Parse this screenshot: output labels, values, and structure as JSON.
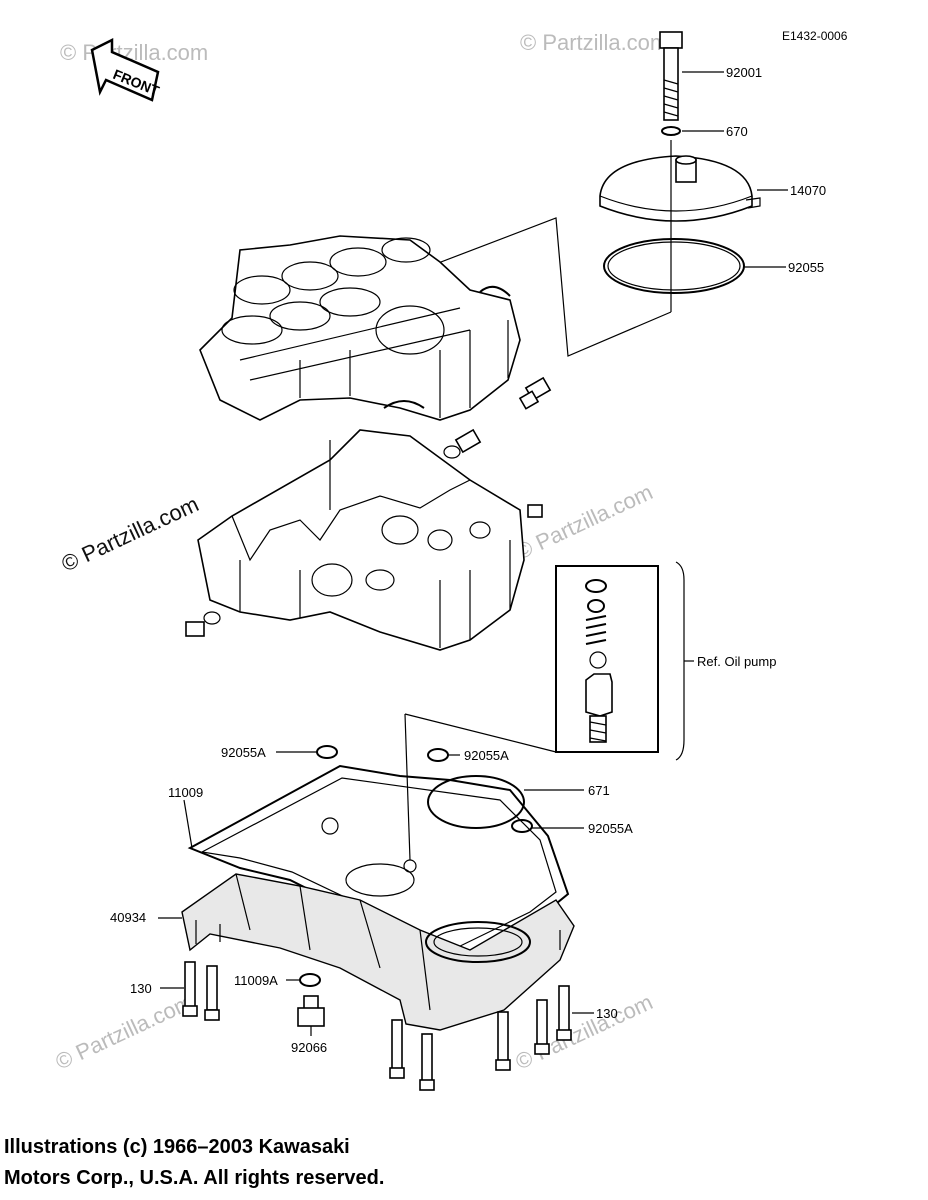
{
  "code": "E1432-0006",
  "front_label": "FRONT",
  "watermark": "© Partzilla.com",
  "labels": {
    "p92001": "92001",
    "p670": "670",
    "p14070": "14070",
    "p92055": "92055",
    "ref_oil_pump": "Ref.  Oil pump",
    "p92055A_left": "92055A",
    "p92055A_mid": "92055A",
    "p92055A_right": "92055A",
    "p671": "671",
    "p11009": "11009",
    "p40934": "40934",
    "p130_left": "130",
    "p11009A": "11009A",
    "p130_right": "130",
    "p92066": "92066"
  },
  "footer": {
    "line1": "Illustrations (c) 1966–2003 Kawasaki",
    "line2": "Motors Corp., U.S.A.  All rights reserved."
  }
}
